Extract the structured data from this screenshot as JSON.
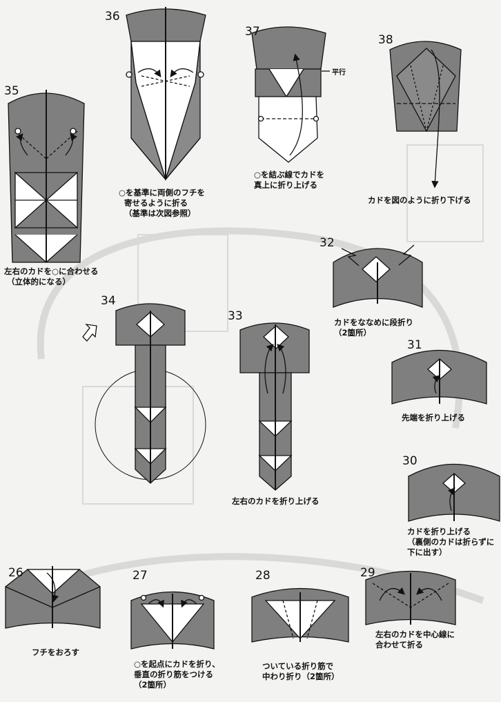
{
  "steps": [
    {
      "num": "36",
      "caption": [
        "○を基準に両側のフチを",
        "寄せるように折る",
        "（基準は次図参照）"
      ]
    },
    {
      "num": "37",
      "caption": [
        "○を結ぶ線でカドを",
        "真上に折り上げる"
      ],
      "note": "平行"
    },
    {
      "num": "38",
      "caption": [
        "カドを図のように折り下げる"
      ]
    },
    {
      "num": "35",
      "caption": [
        "左右のカドを○に合わせる",
        "（立体的になる）"
      ]
    },
    {
      "num": "32",
      "caption": [
        "カドをななめに段折り",
        "（2箇所）"
      ]
    },
    {
      "num": "34",
      "caption": []
    },
    {
      "num": "33",
      "caption": [
        "左右のカドを折り上げる"
      ]
    },
    {
      "num": "31",
      "caption": [
        "先端を折り上げる"
      ]
    },
    {
      "num": "30",
      "caption": [
        "カドを折り上げる",
        "（裏側のカドは折らずに",
        "下に出す）"
      ]
    },
    {
      "num": "26",
      "caption": [
        "フチをおろす"
      ]
    },
    {
      "num": "27",
      "caption": [
        "○を起点にカドを折り、",
        "垂直の折り筋をつける",
        "（2箇所）"
      ]
    },
    {
      "num": "28",
      "caption": [
        "ついている折り筋で",
        "中わり折り（2箇所）"
      ]
    },
    {
      "num": "29",
      "caption": [
        "左右のカドを中心線に",
        "合わせて折る"
      ]
    }
  ],
  "colors": {
    "paper_grey": "#7f7f7f",
    "paper_white": "#ffffff",
    "line": "#111111",
    "background": "#f3f3f1",
    "faded": "#d9d9d6"
  }
}
